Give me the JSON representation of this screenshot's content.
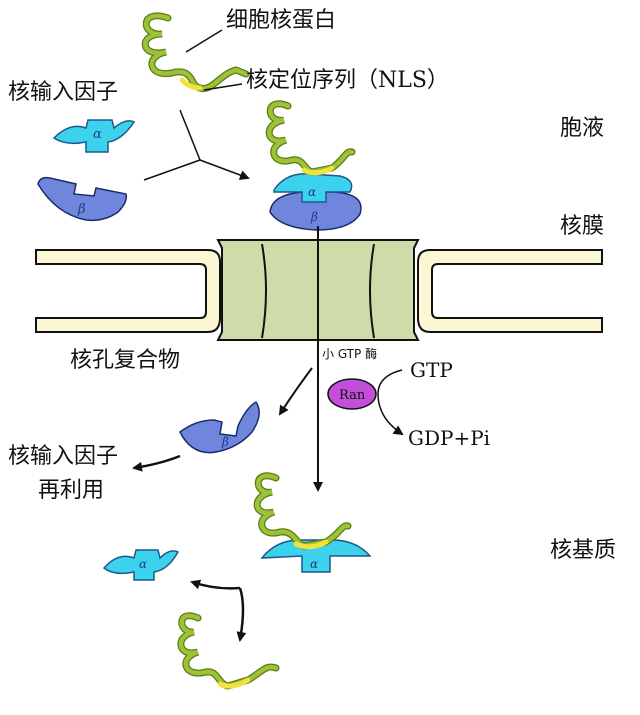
{
  "labels": {
    "nuclear_protein": "细胞核蛋白",
    "nls": "核定位序列（NLS）",
    "importin": "核输入因子",
    "cytosol": "胞液",
    "nuclear_membrane": "核膜",
    "npc": "核孔复合物",
    "small_gtpase": "小 GTP 酶",
    "gtp": "GTP",
    "ran": "Ran",
    "gdp_pi": "GDP+Pi",
    "importin_recycle_line1": "核输入因子",
    "importin_recycle_line2": "再利用",
    "nucleoplasm": "核基质",
    "alpha": "α",
    "beta": "β"
  },
  "colors": {
    "protein_coil": "#9cc23a",
    "nls": "#f2e33a",
    "alpha_subunit": "#3cd2ee",
    "beta_subunit": "#6f86dc",
    "ran": "#c24fd8",
    "pore": "#cfdcaa",
    "membrane": "#fbf6d3"
  }
}
